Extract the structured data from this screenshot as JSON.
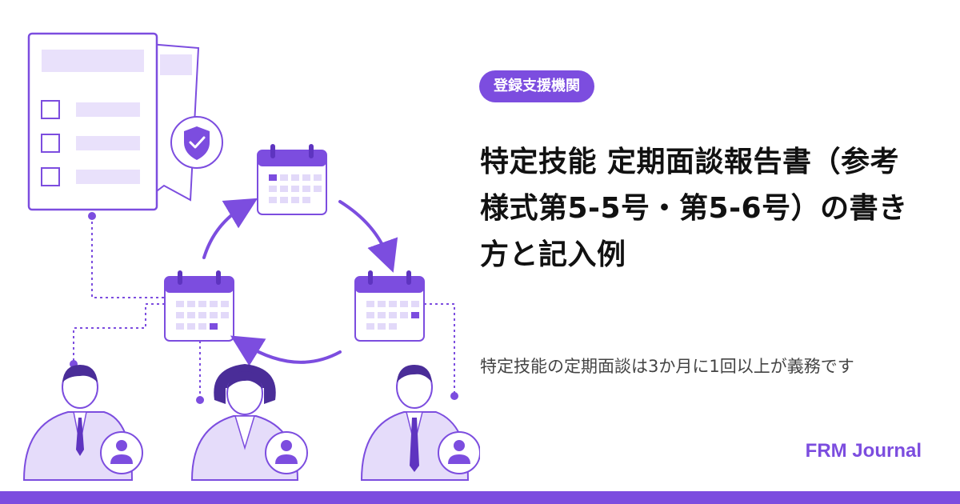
{
  "badge": {
    "label": "登録支援機関"
  },
  "title": "特定技能 定期面談報告書（参考様式第5-5号・第5-6号）の書き方と記入例",
  "subtitle": "特定技能の定期面談は3か月に1回以上が義務です",
  "brand": "FRM Journal",
  "colors": {
    "accent": "#7c4ddf",
    "light_accent": "#efe8fd",
    "title": "#111111",
    "subtitle": "#444444"
  },
  "illustration": {
    "icons": [
      "document-icon",
      "shield-check-icon",
      "calendar-icon",
      "cycle-arrow-icon",
      "person-icon",
      "user-badge-icon"
    ]
  }
}
